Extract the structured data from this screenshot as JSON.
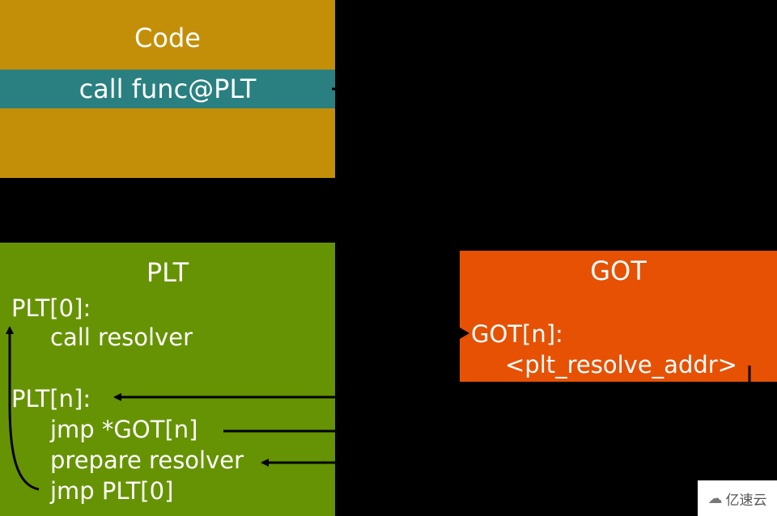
{
  "code": {
    "title": "Code",
    "call_line": "call func@PLT"
  },
  "plt": {
    "title": "PLT",
    "lines": [
      "PLT[0]:",
      "call resolver",
      "PLT[n]:",
      "jmp *GOT[n]",
      "prepare resolver",
      "jmp PLT[0]"
    ]
  },
  "got": {
    "title": "GOT",
    "entry_label": "GOT[n]:",
    "entry_value": "<plt_resolve_addr>"
  },
  "watermark": {
    "text": "亿速云",
    "icon": "cloud-icon"
  },
  "colors": {
    "background": "#000000",
    "code_box": "#c48f08",
    "call_highlight": "#2a8080",
    "plt_box": "#669303",
    "got_box": "#e65104",
    "arrow": "#000000",
    "text": "#ffffff"
  }
}
